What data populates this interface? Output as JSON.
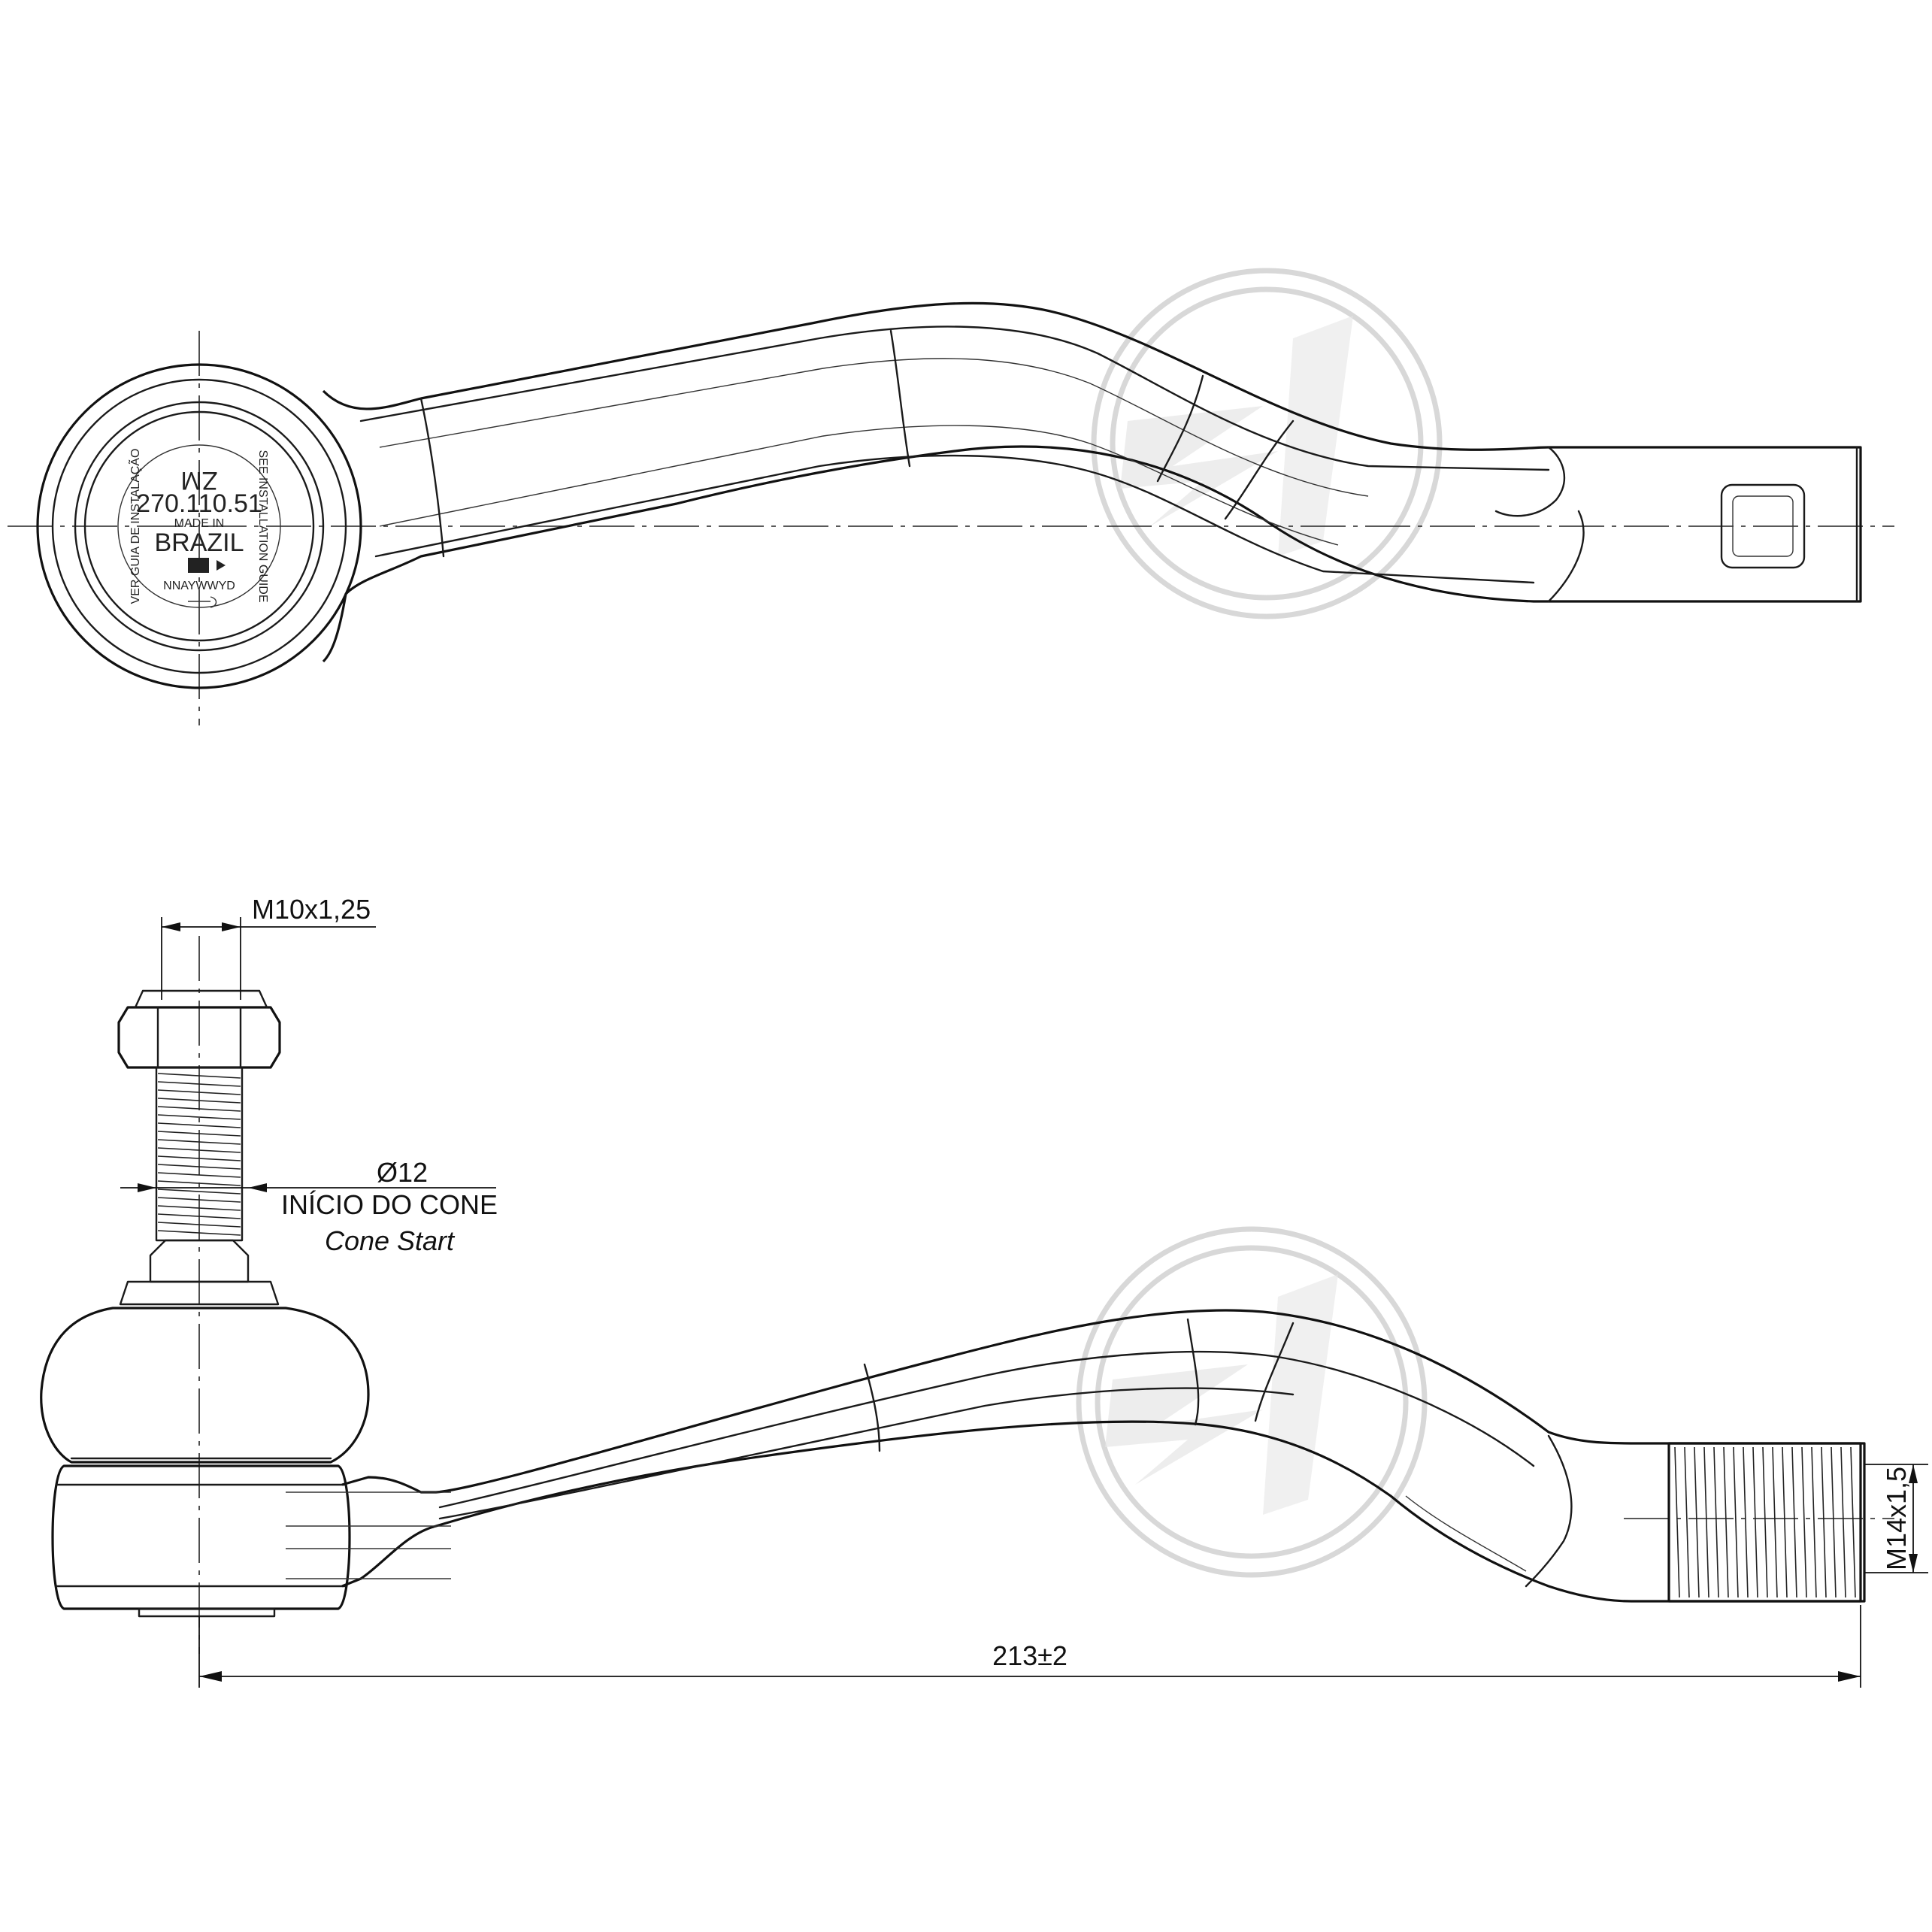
{
  "stamp": {
    "brand": "ZM",
    "part_number": "270.110.51",
    "made_in": "MADE IN",
    "country": "BRAZIL",
    "date_code": "NNAYWWYD",
    "ring_left": "VER GUIA DE INSTALAÇÃO",
    "ring_right": "SEE INSTALLATION GUIDE"
  },
  "dimensions": {
    "stud_thread": "M10x1,25",
    "cone_diameter": "Ø12",
    "cone_start_pt": "INÍCIO DO CONE",
    "cone_start_en": "Cone Start",
    "rod_thread": "M14x1,5",
    "overall_length": "213±2"
  },
  "watermark": {
    "icon": "zm-logo-watermark"
  }
}
